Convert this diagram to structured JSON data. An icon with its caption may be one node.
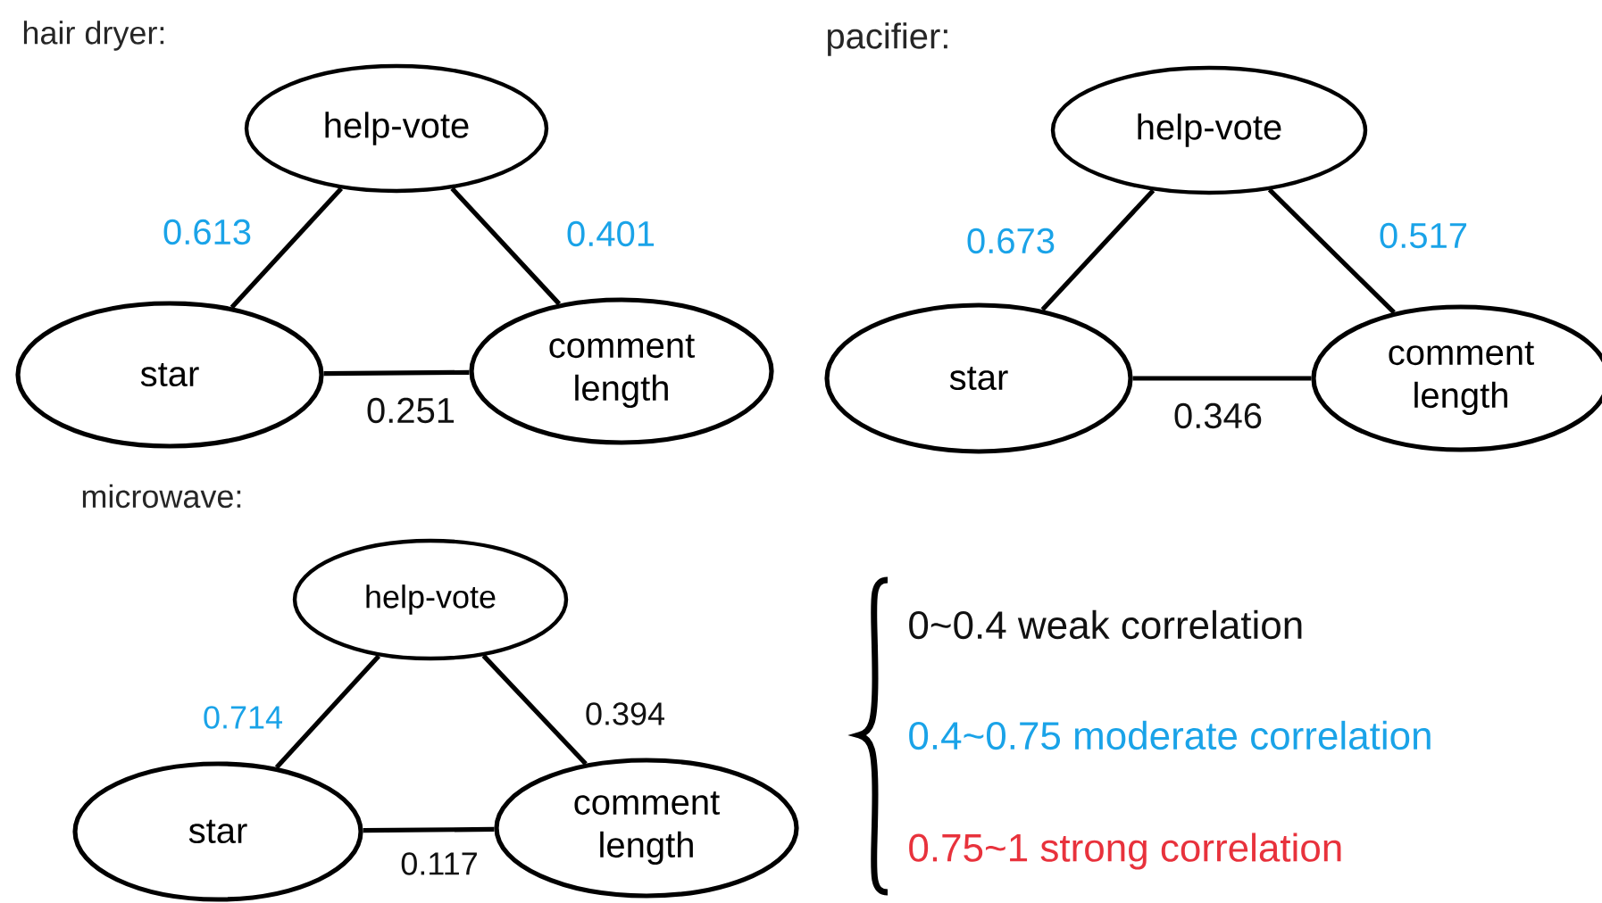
{
  "diagram": {
    "nodes": [
      {
        "text": [
          "help-vote"
        ]
      },
      {
        "text": [
          "star"
        ]
      },
      {
        "text": [
          "comment length"
        ]
      },
      {
        "text": [
          "help-vote"
        ]
      },
      {
        "text": [
          "star"
        ]
      },
      {
        "text": [
          "comment length"
        ]
      },
      {
        "text": [
          "help-vote"
        ]
      },
      {
        "text": [
          "star"
        ]
      },
      {
        "text": [
          "comment length"
        ]
      }
    ],
    "edges": [
      {
        "from": 0,
        "to": 1,
        "arrow": "none",
        "label": "0.613"
      },
      {
        "from": 0,
        "to": 2,
        "arrow": "none",
        "label": "0.401"
      },
      {
        "from": 1,
        "to": 2,
        "arrow": "none",
        "label": "0.251"
      },
      {
        "from": 3,
        "to": 4,
        "arrow": "none",
        "label": "0.673"
      },
      {
        "from": 3,
        "to": 5,
        "arrow": "none",
        "label": "0.517"
      },
      {
        "from": 4,
        "to": 5,
        "arrow": "none",
        "label": "0.346"
      },
      {
        "from": 6,
        "to": 7,
        "arrow": "none",
        "label": "0.714"
      },
      {
        "from": 6,
        "to": 8,
        "arrow": "none",
        "label": "0.394"
      },
      {
        "from": 7,
        "to": 8,
        "arrow": "none",
        "label": "0.117"
      }
    ],
    "labels": [
      "hair dryer:",
      "pacifier:",
      "microwave:"
    ],
    "legend": [
      {
        "text": "0~0.4  weak correlation",
        "color": "#111111"
      },
      {
        "text": "0.4~0.75 moderate correlation",
        "color": "#1aa3e8"
      },
      {
        "text": "0.75~1 strong correlation",
        "color": "#e8323c"
      }
    ]
  }
}
